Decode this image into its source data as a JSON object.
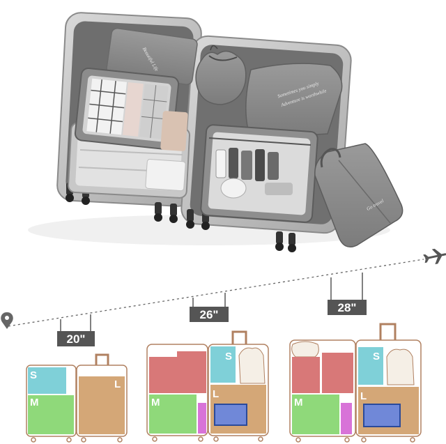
{
  "photo": {
    "bag_prints": [
      "Beautiful Life",
      "Sometimes you simply",
      "Adventure is worthwhile",
      "Go travel"
    ]
  },
  "icons": {
    "start": "location-pin-icon",
    "end": "airplane-icon"
  },
  "colors": {
    "suitcase_outline": "#b08060",
    "s_cube": "#7fd0d8",
    "m_cube": "#8fd97a",
    "l_area": "#d4a777",
    "salmon_cube": "#d87878",
    "shoe_pouch": "#f5efe6",
    "cosmetic": "#d873d8",
    "zip_pouch": "#7088d8",
    "tag": "#555555",
    "route": "#666666"
  },
  "sizes": [
    {
      "label": "20\"",
      "sections": {
        "s": "S",
        "m": "M",
        "l": "L"
      }
    },
    {
      "label": "26\"",
      "sections": {
        "s": "S",
        "m": "M",
        "l": "L"
      }
    },
    {
      "label": "28\"",
      "sections": {
        "s": "S",
        "m": "M",
        "l": "L"
      }
    }
  ]
}
